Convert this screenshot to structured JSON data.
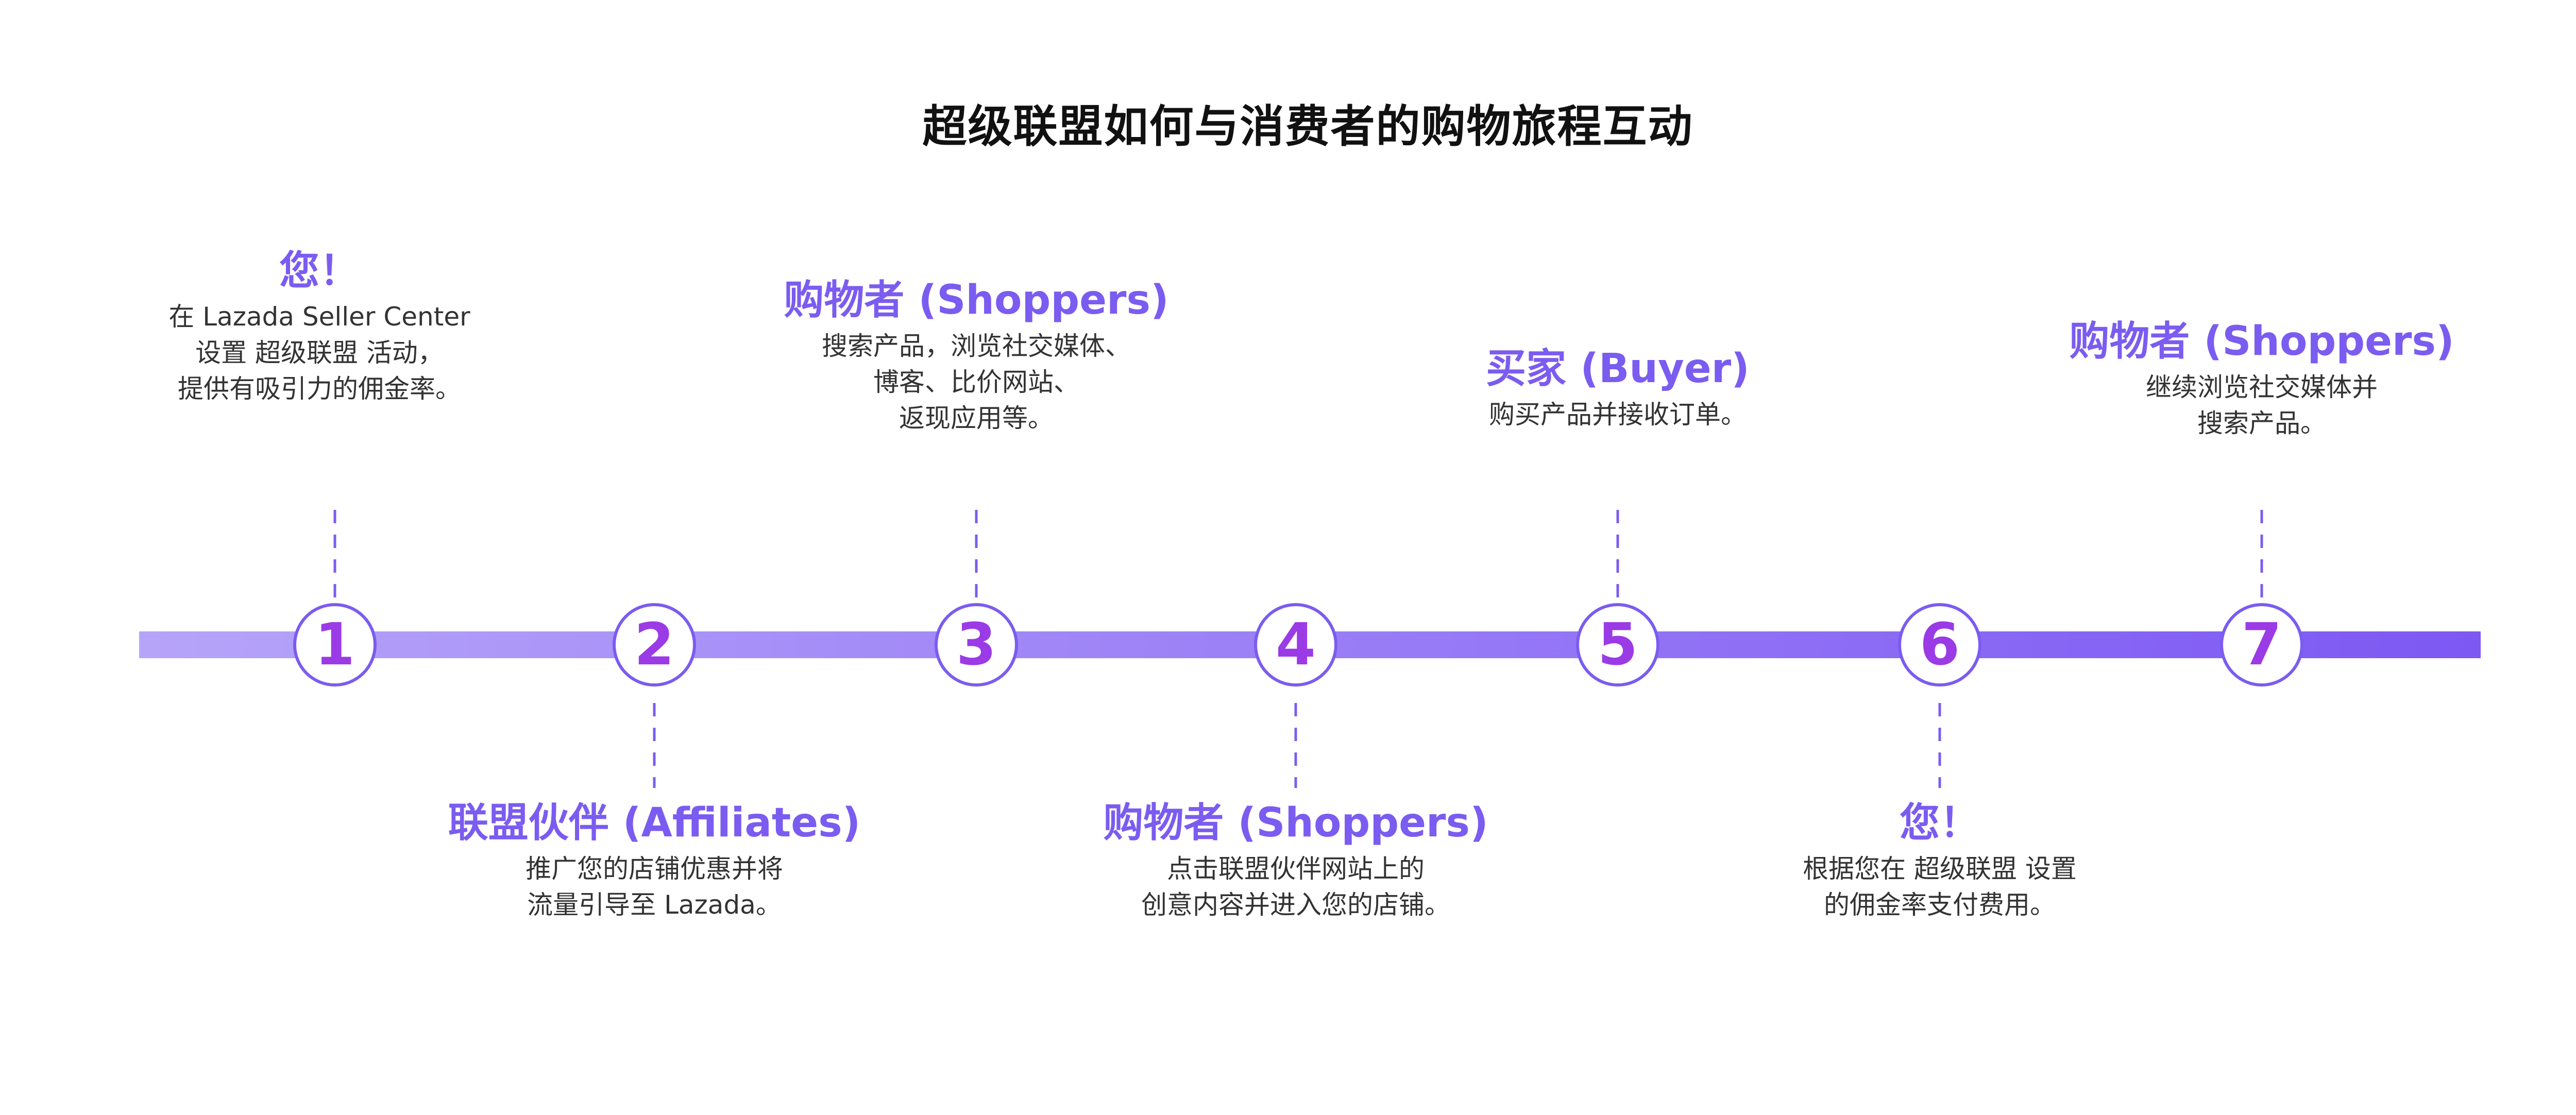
{
  "title": "超级联盟如何与消费者的购物旅程互动",
  "colors": {
    "accent": "#7b5cf0",
    "number": "#9a3be6",
    "line_start": "#b6a4f9",
    "line_end": "#7d58f3",
    "text": "#333333"
  },
  "steps": [
    {
      "number": "1",
      "position": "above",
      "heading": "您！",
      "body": [
        "在 Lazada Seller Center",
        "设置 超级联盟 活动，",
        "提供有吸引力的佣金率。"
      ]
    },
    {
      "number": "2",
      "position": "below",
      "heading": "联盟伙伴 (Affiliates)",
      "body": [
        "推广您的店铺优惠并将",
        "流量引导至 Lazada。"
      ]
    },
    {
      "number": "3",
      "position": "above",
      "heading": "购物者 (Shoppers)",
      "body": [
        "搜索产品，浏览社交媒体、",
        "博客、比价网站、",
        "返现应用等。"
      ]
    },
    {
      "number": "4",
      "position": "below",
      "heading": "购物者 (Shoppers)",
      "body": [
        "点击联盟伙伴网站上的",
        "创意内容并进入您的店铺。"
      ]
    },
    {
      "number": "5",
      "position": "above",
      "heading": "买家 (Buyer)",
      "body": [
        "购买产品并接收订单。"
      ]
    },
    {
      "number": "6",
      "position": "below",
      "heading": "您！",
      "body": [
        "根据您在 超级联盟 设置",
        "的佣金率支付费用。"
      ]
    },
    {
      "number": "7",
      "position": "above",
      "heading": "购物者 (Shoppers)",
      "body": [
        "继续浏览社交媒体并",
        "搜索产品。"
      ]
    }
  ]
}
